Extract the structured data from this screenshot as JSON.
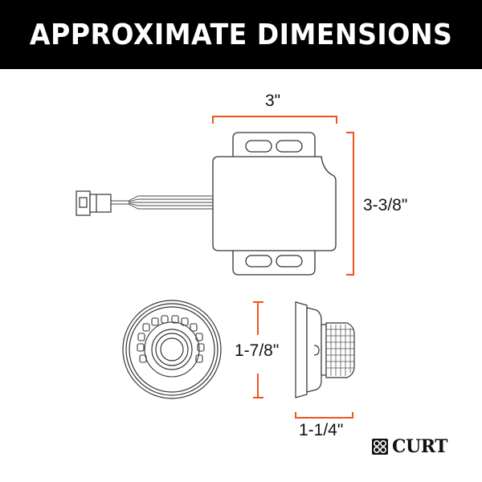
{
  "header": {
    "title": "APPROXIMATE DIMENSIONS"
  },
  "dimensions": {
    "top_width": "3\"",
    "top_height": "3-3/8\"",
    "front_diameter": "1-7/8\"",
    "side_depth": "1-1/4\""
  },
  "brand": {
    "name": "CURT",
    "icon": "curt-logo-icon"
  },
  "colors": {
    "dimension_line": "#f0531c",
    "header_bg": "#000000",
    "header_text": "#ffffff",
    "outline": "#333333"
  }
}
